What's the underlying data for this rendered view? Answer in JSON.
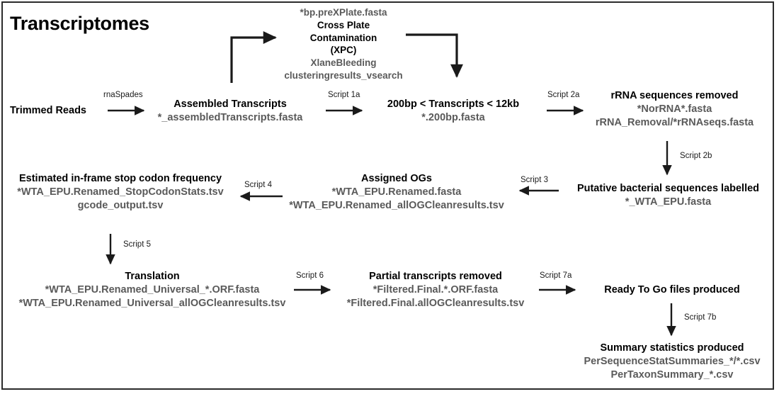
{
  "page": {
    "title": "Transcriptomes",
    "border_color": "#2b2b2b",
    "background": "#ffffff",
    "heading_color": "#000000",
    "file_color": "#5a5a5a",
    "arrow_color": "#1a1a1a"
  },
  "nodes": {
    "trimmed_reads": {
      "heading": "Trimmed Reads"
    },
    "assembled": {
      "heading": "Assembled Transcripts",
      "files": [
        "*_assembledTranscripts.fasta"
      ]
    },
    "xpc": {
      "file_top": "*bp.preXPlate.fasta",
      "heading_line1": "Cross Plate",
      "heading_line2": "Contamination",
      "heading_line3": "(XPC)",
      "files": [
        "XlaneBleeding",
        "clusteringresults_vsearch"
      ]
    },
    "size_filter": {
      "heading": "200bp < Transcripts < 12kb",
      "files": [
        "*.200bp.fasta"
      ]
    },
    "rrna_removed": {
      "heading": "rRNA sequences removed",
      "files": [
        "*NorRNA*.fasta",
        "rRNA_Removal/*rRNAseqs.fasta"
      ]
    },
    "bacterial_labelled": {
      "heading": "Putative bacterial sequences labelled",
      "files": [
        "*_WTA_EPU.fasta"
      ]
    },
    "assigned_ogs": {
      "heading": "Assigned OGs",
      "files": [
        "*WTA_EPU.Renamed.fasta",
        "*WTA_EPU.Renamed_allOGCleanresults.tsv"
      ]
    },
    "stop_codon": {
      "heading": "Estimated in-frame stop codon frequency",
      "files": [
        "*WTA_EPU.Renamed_StopCodonStats.tsv",
        "gcode_output.tsv"
      ]
    },
    "translation": {
      "heading": "Translation",
      "files": [
        "*WTA_EPU.Renamed_Universal_*.ORF.fasta",
        "*WTA_EPU.Renamed_Universal_allOGCleanresults.tsv"
      ]
    },
    "partial_removed": {
      "heading": "Partial transcripts removed",
      "files": [
        "*Filtered.Final.*.ORF.fasta",
        "*Filtered.Final.allOGCleanresults.tsv"
      ]
    },
    "ready_to_go": {
      "heading": "Ready To Go files produced"
    },
    "summary_stats": {
      "heading": "Summary statistics produced",
      "files": [
        "PerSequenceStatSummaries_*/*.csv",
        "PerTaxonSummary_*.csv"
      ]
    }
  },
  "edges": {
    "rnaspades": "rnaSpades",
    "script_1a": "Script 1a",
    "script_2a": "Script 2a",
    "script_2b": "Script 2b",
    "script_3": "Script 3",
    "script_4": "Script 4",
    "script_5": "Script 5",
    "script_6": "Script 6",
    "script_7a": "Script 7a",
    "script_7b": "Script 7b"
  }
}
